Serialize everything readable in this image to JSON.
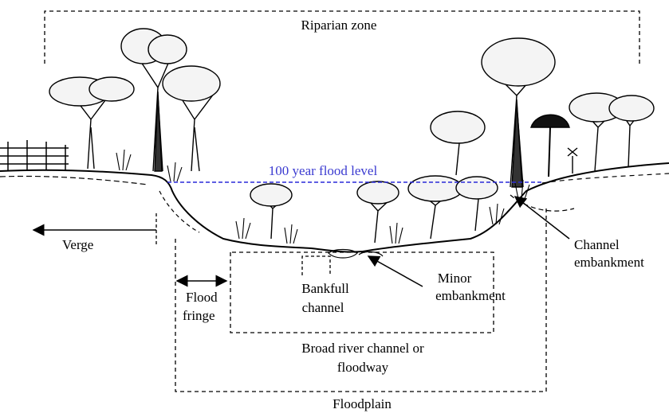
{
  "labels": {
    "riparian_zone": "Riparian zone",
    "flood_level": "100 year flood level",
    "verge": "Verge",
    "channel_embankment_1": "Channel",
    "channel_embankment_2": "embankment",
    "flood_fringe_1": "Flood",
    "flood_fringe_2": "fringe",
    "bankfull_1": "Bankfull",
    "bankfull_2": "channel",
    "minor_embankment_1": "Minor",
    "minor_embankment_2": "embankment",
    "broad_channel_1": "Broad river channel or",
    "broad_channel_2": "floodway",
    "floodplain": "Floodplain"
  },
  "colors": {
    "ink": "#000000",
    "flood_line": "#2a2ad8",
    "canopy_fill": "#f2f2f2"
  }
}
